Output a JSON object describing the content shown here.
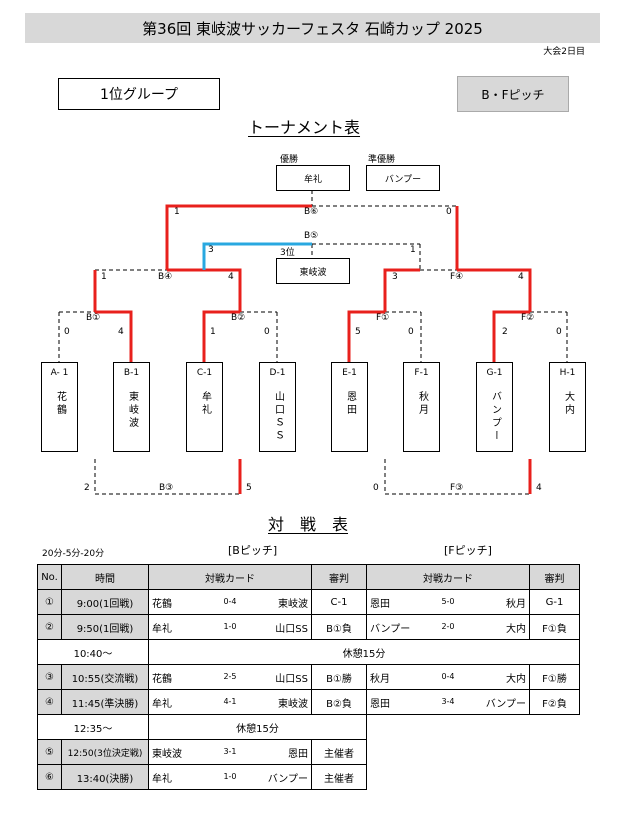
{
  "header": {
    "title": "第36回 東岐波サッカーフェスタ 石崎カップ 2025",
    "day": "大会2日目",
    "group": "1位グループ",
    "pitch": "B・Fピッチ"
  },
  "bracket": {
    "title": "トーナメント表",
    "champion_label": "優勝",
    "champion": "牟礼",
    "runner_up_label": "準優勝",
    "runner_up": "バンプー",
    "third_label": "3位",
    "third": "東岐波",
    "final_match": "B⑥",
    "final_left": "1",
    "final_right": "0",
    "third_match": "B⑤",
    "third_left": "3",
    "third_right": "1",
    "semi_left": {
      "match": "B④",
      "left": "1",
      "right": "4"
    },
    "semi_right": {
      "match": "F④",
      "left": "3",
      "right": "4"
    },
    "qf": [
      {
        "match": "B①",
        "left": "0",
        "right": "4"
      },
      {
        "match": "B②",
        "left": "1",
        "right": "0"
      },
      {
        "match": "F①",
        "left": "5",
        "right": "0"
      },
      {
        "match": "F②",
        "left": "2",
        "right": "0"
      }
    ],
    "teams": [
      {
        "code": "A- 1",
        "name": "花鶴"
      },
      {
        "code": "B-1",
        "name": "東岐波"
      },
      {
        "code": "C-1",
        "name": "牟礼"
      },
      {
        "code": "D-1",
        "name": "山口ＳＳ"
      },
      {
        "code": "E-1",
        "name": "恩田"
      },
      {
        "code": "F-1",
        "name": "秋月"
      },
      {
        "code": "G-1",
        "name": "バンプー"
      },
      {
        "code": "H-1",
        "name": "大内"
      }
    ],
    "exchange": [
      {
        "match": "B③",
        "left": "2",
        "right": "5"
      },
      {
        "match": "F③",
        "left": "0",
        "right": "4"
      }
    ]
  },
  "schedule": {
    "title": "対　戦　表",
    "format": "20分-5分-20分",
    "b_pitch": "[Bピッチ]",
    "f_pitch": "[Fピッチ]",
    "headers": {
      "no": "No.",
      "time": "時間",
      "card": "対戦カード",
      "ref": "審判"
    },
    "rows": [
      {
        "no": "①",
        "time": "9:00(1回戦)",
        "b": [
          "花鶴",
          "0-4",
          "東岐波"
        ],
        "b_ref": "C-1",
        "f": [
          "恩田",
          "5-0",
          "秋月"
        ],
        "f_ref": "G-1"
      },
      {
        "no": "②",
        "time": "9:50(1回戦)",
        "b": [
          "牟礼",
          "1-0",
          "山口SS"
        ],
        "b_ref": "B①負",
        "f": [
          "バンプー",
          "2-0",
          "大内"
        ],
        "f_ref": "F①負"
      },
      {
        "break": true,
        "time": "10:40～",
        "label": "休憩15分"
      },
      {
        "no": "③",
        "time": "10:55(交流戦)",
        "b": [
          "花鶴",
          "2-5",
          "山口SS"
        ],
        "b_ref": "B①勝",
        "f": [
          "秋月",
          "0-4",
          "大内"
        ],
        "f_ref": "F①勝"
      },
      {
        "no": "④",
        "time": "11:45(準決勝)",
        "b": [
          "牟礼",
          "4-1",
          "東岐波"
        ],
        "b_ref": "B②負",
        "f": [
          "恩田",
          "3-4",
          "バンプー"
        ],
        "f_ref": "F②負"
      },
      {
        "break2": true,
        "time": "12:35～",
        "label": "休憩15分"
      },
      {
        "no": "⑤",
        "time": "12:50(3位決定戦)",
        "b": [
          "東岐波",
          "3-1",
          "恩田"
        ],
        "b_ref": "主催者"
      },
      {
        "no": "⑥",
        "time": "13:40(決勝)",
        "b": [
          "牟礼",
          "1-0",
          "バンプー"
        ],
        "b_ref": "主催者"
      }
    ]
  },
  "colors": {
    "win": "#e8201c",
    "third": "#29a8e0",
    "shade": "#d8d8d8"
  }
}
